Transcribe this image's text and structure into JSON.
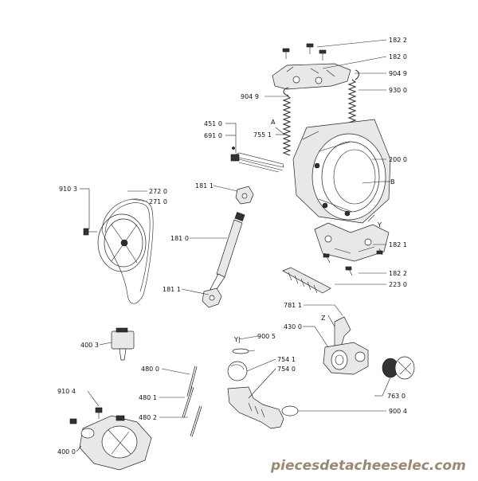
{
  "labels": {
    "p1822a": "182 2",
    "p1820": "182 0",
    "p9049a": "904 9",
    "p9049b": "904 9",
    "p9300": "930 0",
    "p4510": "451 0",
    "p6910": "691 0",
    "pA": "A",
    "p7551": "755 1",
    "p2000": "200 0",
    "pB": "B",
    "p9103": "910 3",
    "p2720": "272 0",
    "p2710": "271 0",
    "p1811a": "181 1",
    "p1810": "181 0",
    "pY": "Y",
    "p1821": "182 1",
    "p1822b": "182 2",
    "p2230": "223 0",
    "p1811b": "181 1",
    "p7811": "781 1",
    "pZ": "Z",
    "p4300": "430 0",
    "pYi": "Y|",
    "p9005": "900 5",
    "p4003": "400 3",
    "p7541": "754 1",
    "p7540": "754 0",
    "p4800": "480 0",
    "p4801": "480 1",
    "p4802": "480 2",
    "p7630": "763 0",
    "p9104": "910 4",
    "p9004": "900 4",
    "p4000": "400 0"
  },
  "watermark": "piecesdetacheeselec.com"
}
